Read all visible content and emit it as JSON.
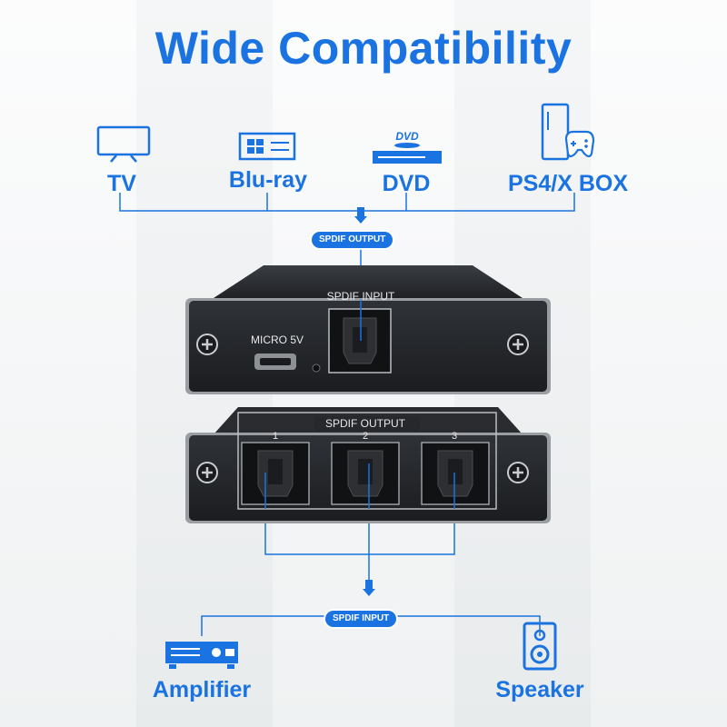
{
  "headline": "Wide Compatibility",
  "sources": {
    "tv": "TV",
    "bluray": "Blu-ray",
    "dvd": "DVD",
    "console": "PS4/X BOX"
  },
  "dvd_logo": "DVD",
  "spdif_output_pill": "SPDIF OUTPUT",
  "spdif_input_pill": "SPDIF INPUT",
  "device": {
    "input_label": "SPDIF INPUT",
    "micro_label": "MICRO 5V",
    "output_label": "SPDIF OUTPUT",
    "ports": [
      "1",
      "2",
      "3"
    ]
  },
  "destinations": {
    "amplifier": "Amplifier",
    "speaker": "Speaker"
  },
  "colors": {
    "accent": "#1a73e0",
    "device_body": "#2b2d31",
    "device_frame": "#9a9ea3"
  }
}
